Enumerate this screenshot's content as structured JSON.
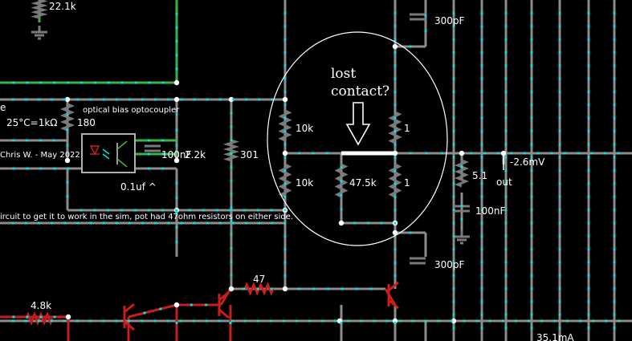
{
  "colors": {
    "background": "#000000",
    "wire_gray": "#8c8c8c",
    "wire_green": "#3cb43c",
    "wire_red": "#c81e1e",
    "current_dot": "#00e6e6",
    "component": "#7a7a7a",
    "annotation": "#ffffff"
  },
  "labels": {
    "r_22k1": "22.1k",
    "c_300pf_top": "300pF",
    "thermistor": "25°C=1kΩ",
    "r_180": "180",
    "optocoupler_caption": "optical bias optocoupler",
    "author": "Chris W. - May 2022",
    "c_100nf_left": "100nF",
    "r_2k2": "2.2k",
    "c_01uf": "0.1uf ^",
    "r_301": "301",
    "r_10k_upper": "10k",
    "r_10k_lower": "10k",
    "r_47k5": "47.5k",
    "r_1_upper": "1",
    "r_1_lower": "1",
    "r_5k1": "5.1",
    "c_100nf_right": "100nF",
    "voltage": "-2.6mV",
    "out": "out",
    "c_300pf_bottom": "300pF",
    "r_47": "47",
    "r_4k8": "4.8k",
    "current": "35.1mA",
    "note": "ircuit to get it to work in the sim, pot had 47ohm resistors on either side.",
    "partial_e": "e"
  },
  "annotation": {
    "line1": "lost",
    "line2": "contact?"
  },
  "icons": [
    "resistor-icon",
    "capacitor-icon",
    "ground-icon",
    "transistor-icon",
    "optocoupler-icon",
    "down-arrow-icon",
    "probe-icon"
  ]
}
